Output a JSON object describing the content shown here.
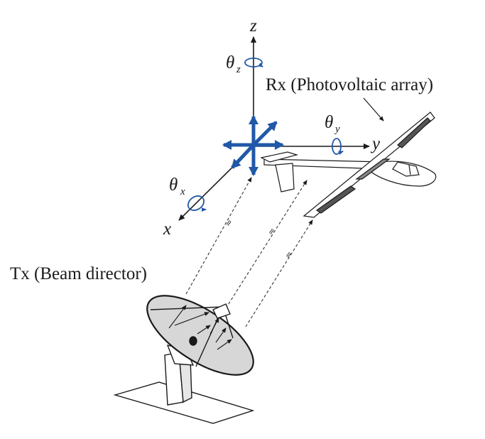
{
  "labels": {
    "rx": "Rx (Photovoltaic array)",
    "tx": "Tx (Beam director)"
  },
  "axes": {
    "x": "x",
    "y": "y",
    "z": "z"
  },
  "rotations": {
    "theta_symbol": "θ",
    "x_sub": "x",
    "y_sub": "y",
    "z_sub": "z"
  },
  "beam_marker": "≈",
  "colors": {
    "accent_blue": "#2158a8",
    "ink": "#1a1a1a",
    "dish_fill": "#d7d7d7"
  },
  "icons": [
    "translation-cross-icon",
    "rotation-arrow-icon",
    "aircraft-icon",
    "dish-antenna-icon"
  ]
}
